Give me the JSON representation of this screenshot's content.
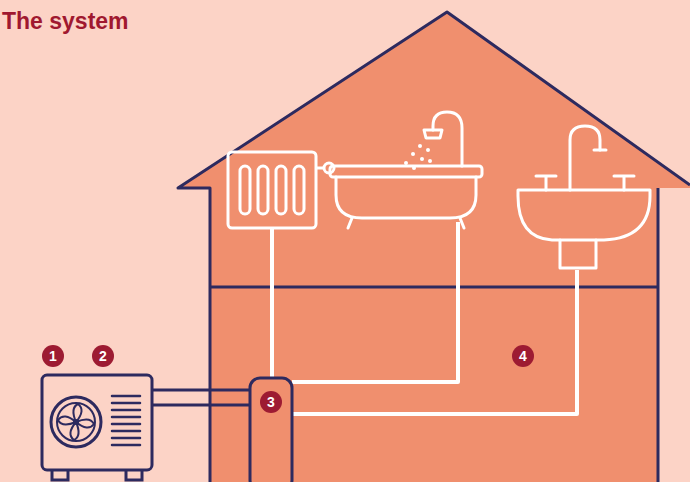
{
  "diagram": {
    "title": "The system",
    "labels": [
      "1",
      "2",
      "3",
      "4"
    ]
  }
}
